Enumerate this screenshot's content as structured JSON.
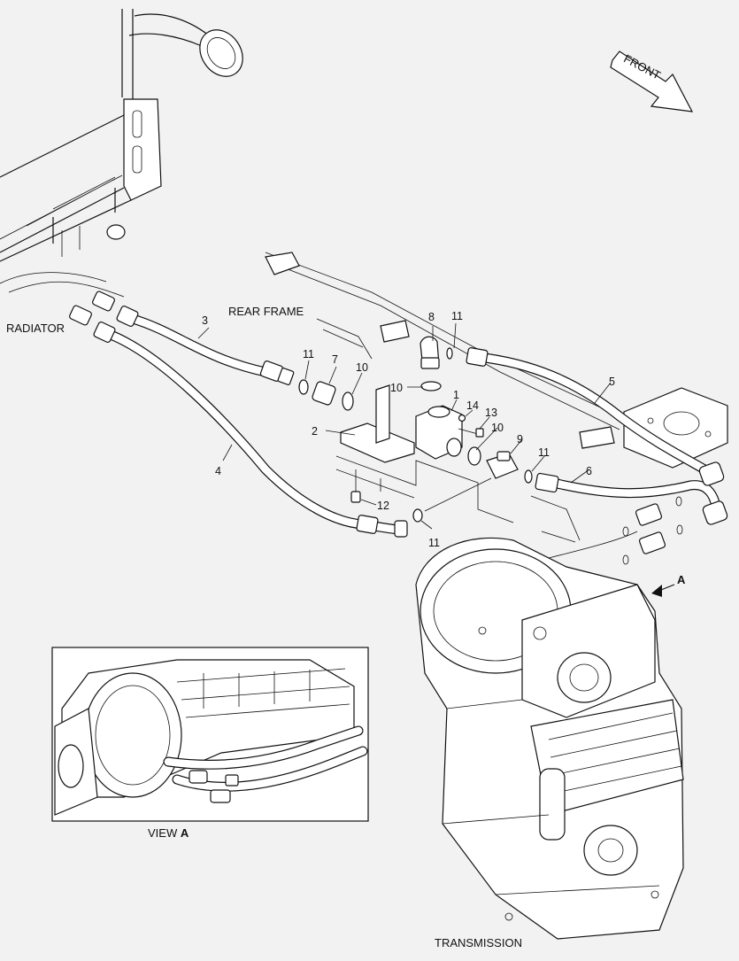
{
  "labels": {
    "radiator": "RADIATOR",
    "rear_frame": "REAR FRAME",
    "front": "FRONT",
    "transmission": "TRANSMISSION",
    "view_prefix": "VIEW",
    "view_letter": "A",
    "arrow_a": "A"
  },
  "callouts": [
    "1",
    "2",
    "3",
    "4",
    "5",
    "6",
    "7",
    "8",
    "9",
    "10",
    "10",
    "10",
    "11",
    "11",
    "11",
    "11",
    "12",
    "13",
    "14"
  ],
  "colors": {
    "background": "#f2f2f2",
    "line": "#111111",
    "detail_panel": "#ffffff"
  }
}
